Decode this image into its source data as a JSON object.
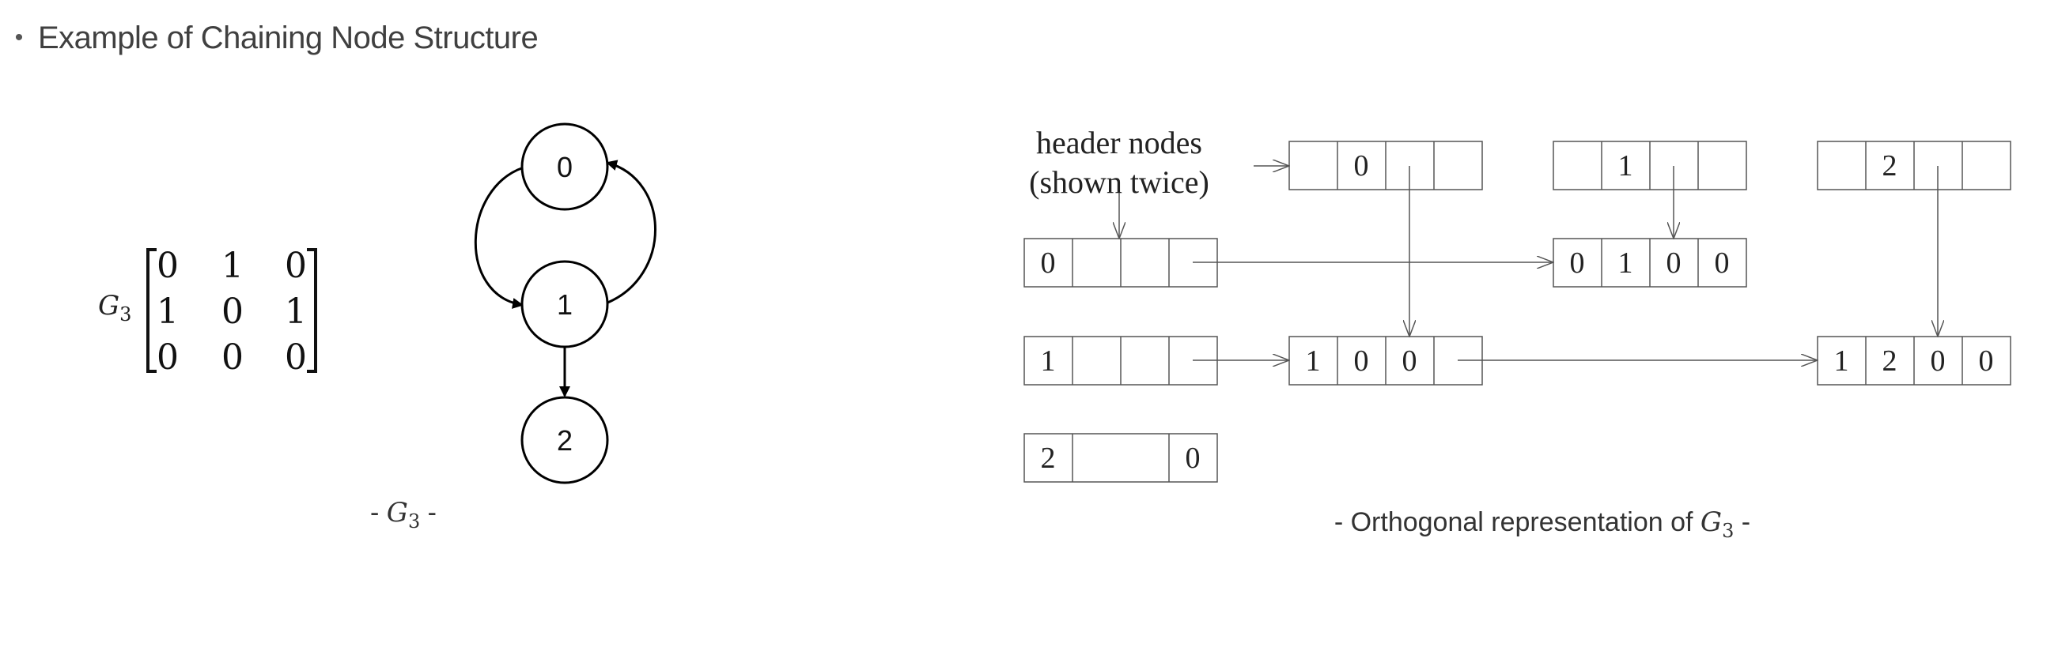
{
  "heading": {
    "bullet": "•",
    "title": "Example of Chaining Node Structure"
  },
  "matrix": {
    "symbol": "G",
    "subscript": "3",
    "rows": [
      [
        "0",
        "1",
        "0"
      ],
      [
        "1",
        "0",
        "1"
      ],
      [
        "0",
        "0",
        "0"
      ]
    ]
  },
  "graph": {
    "nodes": [
      "0",
      "1",
      "2"
    ],
    "caption_prefix": "- ",
    "caption_symbol": "G",
    "caption_subscript": "3",
    "caption_suffix": " -"
  },
  "orthogonal": {
    "header_label_line1": "header nodes",
    "header_label_line2": "(shown twice)",
    "column_headers": [
      {
        "cells": [
          "",
          "0",
          "",
          ""
        ]
      },
      {
        "cells": [
          "",
          "1",
          "",
          ""
        ]
      },
      {
        "cells": [
          "",
          "2",
          "",
          ""
        ]
      }
    ],
    "row_headers": [
      {
        "cells": [
          "0",
          "",
          "",
          ""
        ]
      },
      {
        "cells": [
          "1",
          "",
          "",
          ""
        ]
      },
      {
        "cells": [
          "2",
          "",
          "",
          "0"
        ]
      }
    ],
    "entries": [
      {
        "cells": [
          "0",
          "1",
          "0",
          "0"
        ]
      },
      {
        "cells": [
          "1",
          "0",
          "0",
          ""
        ]
      },
      {
        "cells": [
          "1",
          "2",
          "0",
          "0"
        ]
      }
    ],
    "caption_prefix": "- Orthogonal representation of ",
    "caption_symbol": "G",
    "caption_subscript": "3",
    "caption_suffix": " -"
  }
}
